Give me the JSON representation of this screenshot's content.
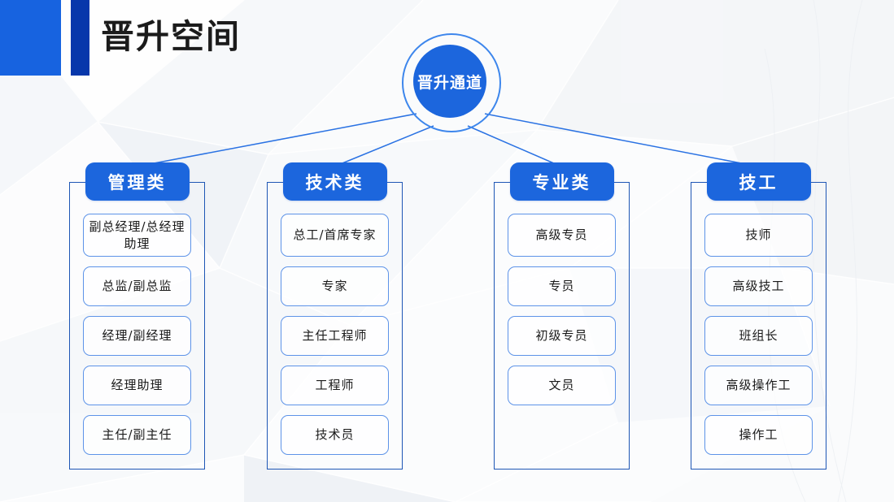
{
  "page": {
    "title": "晋升空间",
    "accent_blue": "#1763e0",
    "accent_dark_blue": "#0737ab",
    "node_blue": "#1c66dd",
    "frame_blue": "#1e56b5",
    "item_border_blue": "#5d93e8",
    "background": "#fbfcfd"
  },
  "hub": {
    "label": "晋升通道"
  },
  "columns": [
    {
      "header": "管理类",
      "items": [
        "副总经理/总经理助理",
        "总监/副总监",
        "经理/副经理",
        "经理助理",
        "主任/副主任"
      ]
    },
    {
      "header": "技术类",
      "items": [
        "总工/首席专家",
        "专家",
        "主任工程师",
        "工程师",
        "技术员"
      ]
    },
    {
      "header": "专业类",
      "items": [
        "高级专员",
        "专员",
        "初级专员",
        "文员"
      ]
    },
    {
      "header": "技工",
      "items": [
        "技师",
        "高级技工",
        "班组长",
        "高级操作工",
        "操作工"
      ]
    }
  ]
}
